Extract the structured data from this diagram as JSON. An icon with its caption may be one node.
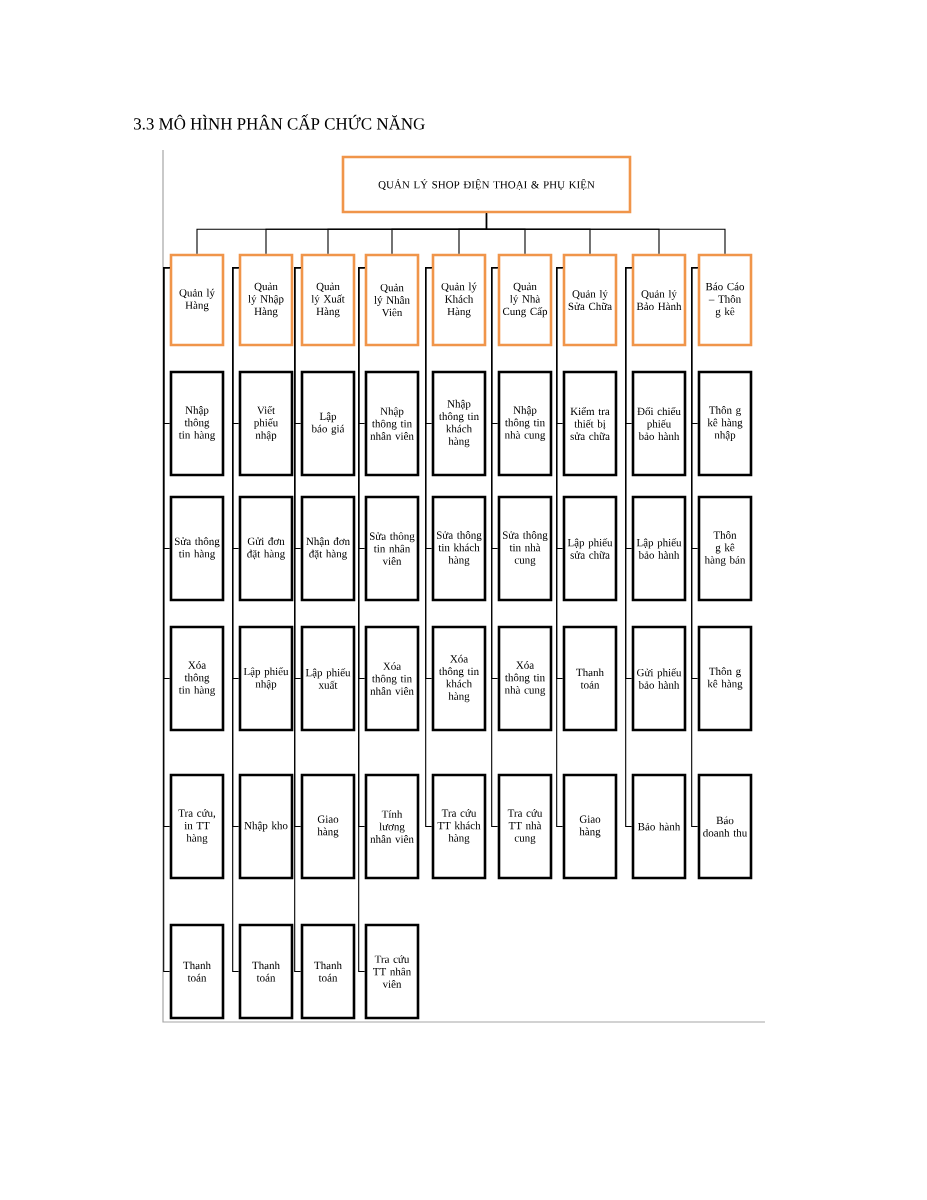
{
  "diagram": {
    "title": "3.3 MÔ HÌNH PHÂN CẤP CHỨC NĂNG",
    "nodes": [
      {
        "text": [
          "QUẢN LÝ SHOP ĐIỆN THOẠI & PHỤ KIỆN"
        ]
      },
      {
        "text": [
          "Quản lý Hàng"
        ]
      },
      {
        "text": [
          "Quản lý Nhập Hàng"
        ]
      },
      {
        "text": [
          "Quản lý Xuất Hàng"
        ]
      },
      {
        "text": [
          "Quản lý Nhân Viên"
        ]
      },
      {
        "text": [
          "Quản lý Khách Hàng"
        ]
      },
      {
        "text": [
          "Quản lý Nhà Cung Cấp"
        ]
      },
      {
        "text": [
          "Quản lý Sửa Chữa"
        ]
      },
      {
        "text": [
          "Quản lý Bảo Hành"
        ]
      },
      {
        "text": [
          "Báo Cáo – Thôn g kê"
        ]
      },
      {
        "text": [
          "Nhập thông tin hàng"
        ]
      },
      {
        "text": [
          "Sửa thông tin hàng"
        ]
      },
      {
        "text": [
          "Xóa thông tin hàng"
        ]
      },
      {
        "text": [
          "Tra cứu, in TT hàng"
        ]
      },
      {
        "text": [
          "Thanh toán"
        ]
      },
      {
        "text": [
          "Viết phiếu nhập"
        ]
      },
      {
        "text": [
          "Gửi đơn đặt hàng"
        ]
      },
      {
        "text": [
          "Lập phiếu nhập"
        ]
      },
      {
        "text": [
          "Nhập kho"
        ]
      },
      {
        "text": [
          "Thanh toán"
        ]
      },
      {
        "text": [
          "Lập báo giá"
        ]
      },
      {
        "text": [
          "Nhận đơn đặt hàng"
        ]
      },
      {
        "text": [
          "Lập phiếu xuất"
        ]
      },
      {
        "text": [
          "Giao hàng"
        ]
      },
      {
        "text": [
          "Thanh toán"
        ]
      },
      {
        "text": [
          "Nhập thông tin nhân viên"
        ]
      },
      {
        "text": [
          "Sửa thông tin nhân viên"
        ]
      },
      {
        "text": [
          "Xóa thông tin nhân viên"
        ]
      },
      {
        "text": [
          "Tính lương nhân viên"
        ]
      },
      {
        "text": [
          "Tra cứu TT nhân viên"
        ]
      },
      {
        "text": [
          "Nhập thông tin khách hàng"
        ]
      },
      {
        "text": [
          "Sửa thông tin khách hàng"
        ]
      },
      {
        "text": [
          "Xóa thông tin khách hàng"
        ]
      },
      {
        "text": [
          "Tra cứu TT khách hàng"
        ]
      },
      {
        "text": [
          "Nhập thông tin nhà cung"
        ]
      },
      {
        "text": [
          "Sửa thông tin nhà cung"
        ]
      },
      {
        "text": [
          "Xóa thông tin nhà cung"
        ]
      },
      {
        "text": [
          "Tra cứu TT nhà cung"
        ]
      },
      {
        "text": [
          "Kiểm tra thiết bị sửa chữa"
        ]
      },
      {
        "text": [
          "Lập phiếu sửa chữa"
        ]
      },
      {
        "text": [
          "Thanh toán"
        ]
      },
      {
        "text": [
          "Giao hàng"
        ]
      },
      {
        "text": [
          "Đối chiếu phiếu bảo hành"
        ]
      },
      {
        "text": [
          "Lập phiếu bảo hành"
        ]
      },
      {
        "text": [
          "Gửi phiếu bảo hành"
        ]
      },
      {
        "text": [
          "Bảo hành"
        ]
      },
      {
        "text": [
          "Thôn g kê hàng nhập"
        ]
      },
      {
        "text": [
          "Thôn g kê hàng bán"
        ]
      },
      {
        "text": [
          "Thôn g kê hàng"
        ]
      },
      {
        "text": [
          "Báo doanh thu"
        ]
      }
    ],
    "edges": [
      {
        "from": 0,
        "to": 1,
        "arrow": "none"
      },
      {
        "from": 0,
        "to": 2,
        "arrow": "none"
      },
      {
        "from": 0,
        "to": 3,
        "arrow": "none"
      },
      {
        "from": 0,
        "to": 4,
        "arrow": "none"
      },
      {
        "from": 0,
        "to": 5,
        "arrow": "none"
      },
      {
        "from": 0,
        "to": 6,
        "arrow": "none"
      },
      {
        "from": 0,
        "to": 7,
        "arrow": "none"
      },
      {
        "from": 0,
        "to": 8,
        "arrow": "none"
      },
      {
        "from": 0,
        "to": 9,
        "arrow": "none"
      },
      {
        "from": 1,
        "to": 10,
        "arrow": "none"
      },
      {
        "from": 1,
        "to": 11,
        "arrow": "none"
      },
      {
        "from": 1,
        "to": 12,
        "arrow": "none"
      },
      {
        "from": 1,
        "to": 13,
        "arrow": "none"
      },
      {
        "from": 1,
        "to": 14,
        "arrow": "none"
      },
      {
        "from": 2,
        "to": 15,
        "arrow": "none"
      },
      {
        "from": 2,
        "to": 16,
        "arrow": "none"
      },
      {
        "from": 2,
        "to": 17,
        "arrow": "none"
      },
      {
        "from": 2,
        "to": 18,
        "arrow": "none"
      },
      {
        "from": 2,
        "to": 19,
        "arrow": "none"
      },
      {
        "from": 3,
        "to": 20,
        "arrow": "none"
      },
      {
        "from": 3,
        "to": 21,
        "arrow": "none"
      },
      {
        "from": 3,
        "to": 22,
        "arrow": "none"
      },
      {
        "from": 3,
        "to": 23,
        "arrow": "none"
      },
      {
        "from": 3,
        "to": 24,
        "arrow": "none"
      },
      {
        "from": 4,
        "to": 25,
        "arrow": "none"
      },
      {
        "from": 4,
        "to": 26,
        "arrow": "none"
      },
      {
        "from": 4,
        "to": 27,
        "arrow": "none"
      },
      {
        "from": 4,
        "to": 28,
        "arrow": "none"
      },
      {
        "from": 4,
        "to": 29,
        "arrow": "none"
      },
      {
        "from": 5,
        "to": 30,
        "arrow": "none"
      },
      {
        "from": 5,
        "to": 31,
        "arrow": "none"
      },
      {
        "from": 5,
        "to": 32,
        "arrow": "none"
      },
      {
        "from": 5,
        "to": 33,
        "arrow": "none"
      },
      {
        "from": 6,
        "to": 34,
        "arrow": "none"
      },
      {
        "from": 6,
        "to": 35,
        "arrow": "none"
      },
      {
        "from": 6,
        "to": 36,
        "arrow": "none"
      },
      {
        "from": 6,
        "to": 37,
        "arrow": "none"
      },
      {
        "from": 7,
        "to": 38,
        "arrow": "none"
      },
      {
        "from": 7,
        "to": 39,
        "arrow": "none"
      },
      {
        "from": 7,
        "to": 40,
        "arrow": "none"
      },
      {
        "from": 7,
        "to": 41,
        "arrow": "none"
      },
      {
        "from": 8,
        "to": 42,
        "arrow": "none"
      },
      {
        "from": 8,
        "to": 43,
        "arrow": "none"
      },
      {
        "from": 8,
        "to": 44,
        "arrow": "none"
      },
      {
        "from": 8,
        "to": 45,
        "arrow": "none"
      },
      {
        "from": 9,
        "to": 46,
        "arrow": "none"
      },
      {
        "from": 9,
        "to": 47,
        "arrow": "none"
      },
      {
        "from": 9,
        "to": 48,
        "arrow": "none"
      },
      {
        "from": 9,
        "to": 49,
        "arrow": "none"
      }
    ]
  }
}
